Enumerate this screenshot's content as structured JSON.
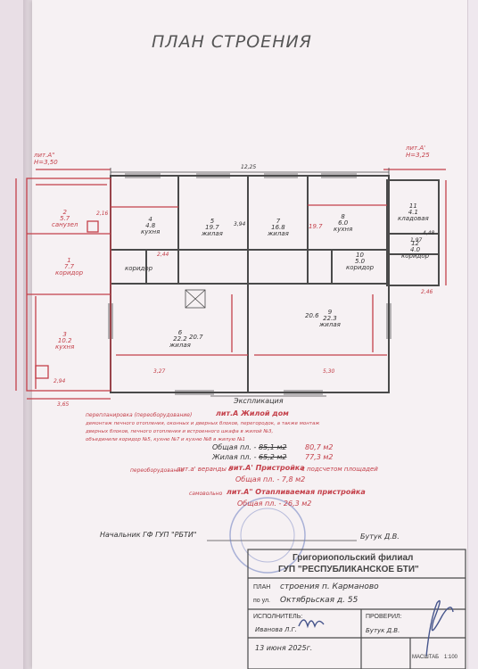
{
  "title": "ПЛАН СТРОЕНИЯ",
  "plan": {
    "top_dimension": "12,25",
    "left_top_label": "лит.А\"\nН=3,50",
    "right_top_label": "лит.А'\nН=3,25",
    "bottom_left_dimension": "3,65",
    "rooms": [
      {
        "num": "2",
        "area": "5.7",
        "name": "санузел"
      },
      {
        "num": "1",
        "area": "7.7",
        "name": "коридор"
      },
      {
        "num": "3",
        "area": "10.2",
        "name": "кухня"
      },
      {
        "num": "4",
        "area": "4.8",
        "name": "кухня"
      },
      {
        "num": "5",
        "area": "19.7",
        "name": "жилая"
      },
      {
        "num": "6",
        "area": "22.2",
        "name": "жилая"
      },
      {
        "num": "7",
        "area": "16.8",
        "name": "жилая"
      },
      {
        "num": "8",
        "area": "6.0",
        "name": "кухня"
      },
      {
        "num": "9",
        "area": "22.3",
        "name": "жилая"
      },
      {
        "num": "10",
        "area": "5.0",
        "name": "коридор"
      },
      {
        "num": "11",
        "area": "4.1",
        "name": "кладовая"
      },
      {
        "num": "12",
        "area": "4.0",
        "name": "коридор"
      }
    ],
    "extra_values": [
      "19.7",
      "20.7",
      "20.6",
      "2,46",
      "1,97",
      "2,44",
      "4,48",
      "2,16",
      "3,94",
      "2,94",
      "3,27",
      "5,30"
    ]
  },
  "explication": {
    "heading": "Экспликация",
    "line1_prefix": "перепланировка (переоборудование)",
    "line1_lit": "лит.А Жилой дом",
    "line2": "демонтаж печного отопления, оконных и дверных блоков, перегородок, а также монтаж",
    "line3": "дверных блоков, печного отопления и встроенного шкафа в жилой №3,",
    "line4": "объединили коридор №5, кухню №7 и кухню №8 в жилую №1",
    "total_area_label": "Общая пл. -",
    "total_area_old": "85,1 м2",
    "total_area_new": "80,7 м2",
    "living_area_label": "Жилая пл. -",
    "living_area_old": "65,2 м2",
    "living_area_new": "77,3 м2",
    "veranda_prefix": "переоборудование",
    "veranda_lit_a": "лит.а' веранды в",
    "veranda_lit_b": "лит.А' Пристройка",
    "veranda_suffix": "с подсчетом площадей",
    "veranda_area": "Общая пл. - 7,8 м2",
    "self_prefix": "самовольно",
    "self_lit": "лит.А\" Отапливаемая пристройка",
    "self_area": "Общая пл. - 26,3 м2"
  },
  "signature_head": {
    "label": "Начальник ГФ ГУП \"РБТИ\"",
    "name": "Бутук Д.В."
  },
  "stamp": {
    "line1": "Григориопольский филиал",
    "line2": "ГУП \"РЕСПУБЛИКАНСКОЕ БТИ\"",
    "plan_label": "ПЛАН",
    "plan_text": "строения п. Карманово",
    "street_label": "по ул.",
    "street_text": "Октябрьская д. 55",
    "executor_label": "ИСПОЛНИТЕЛЬ:",
    "executor_name": "Иванова Л.Г.",
    "checked_label": "ПРОВЕРИЛ:",
    "checked_name": "Бутук Д.В.",
    "date": "13 июня 2025г.",
    "scale_label": "МАСШТАБ",
    "scale_value": "1:100"
  },
  "colors": {
    "ink": "#4a4a4a",
    "red": "#c4404a",
    "blue": "#46558c",
    "paper": "#f6f1f3"
  }
}
